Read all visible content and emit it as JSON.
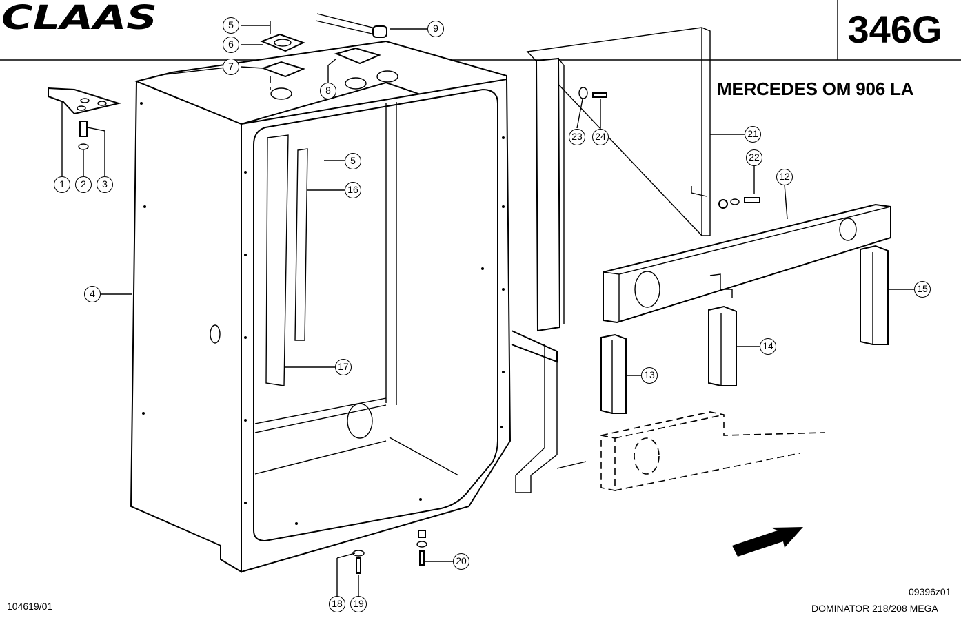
{
  "header": {
    "brand": "CLAAS",
    "sheet_number": "346G",
    "engine": "MERCEDES OM 906 LA"
  },
  "footer": {
    "doc_number": "104619/01",
    "drawing_code": "09396z01",
    "model": "DOMINATOR 218/208 MEGA"
  },
  "callouts": [
    "1",
    "2",
    "3",
    "4",
    "5",
    "6",
    "7",
    "8",
    "9",
    "5",
    "16",
    "17",
    "18",
    "19",
    "20",
    "21",
    "22",
    "23",
    "24",
    "12",
    "15",
    "14",
    "13"
  ],
  "colors": {
    "ink": "#000000",
    "paper": "#ffffff"
  }
}
